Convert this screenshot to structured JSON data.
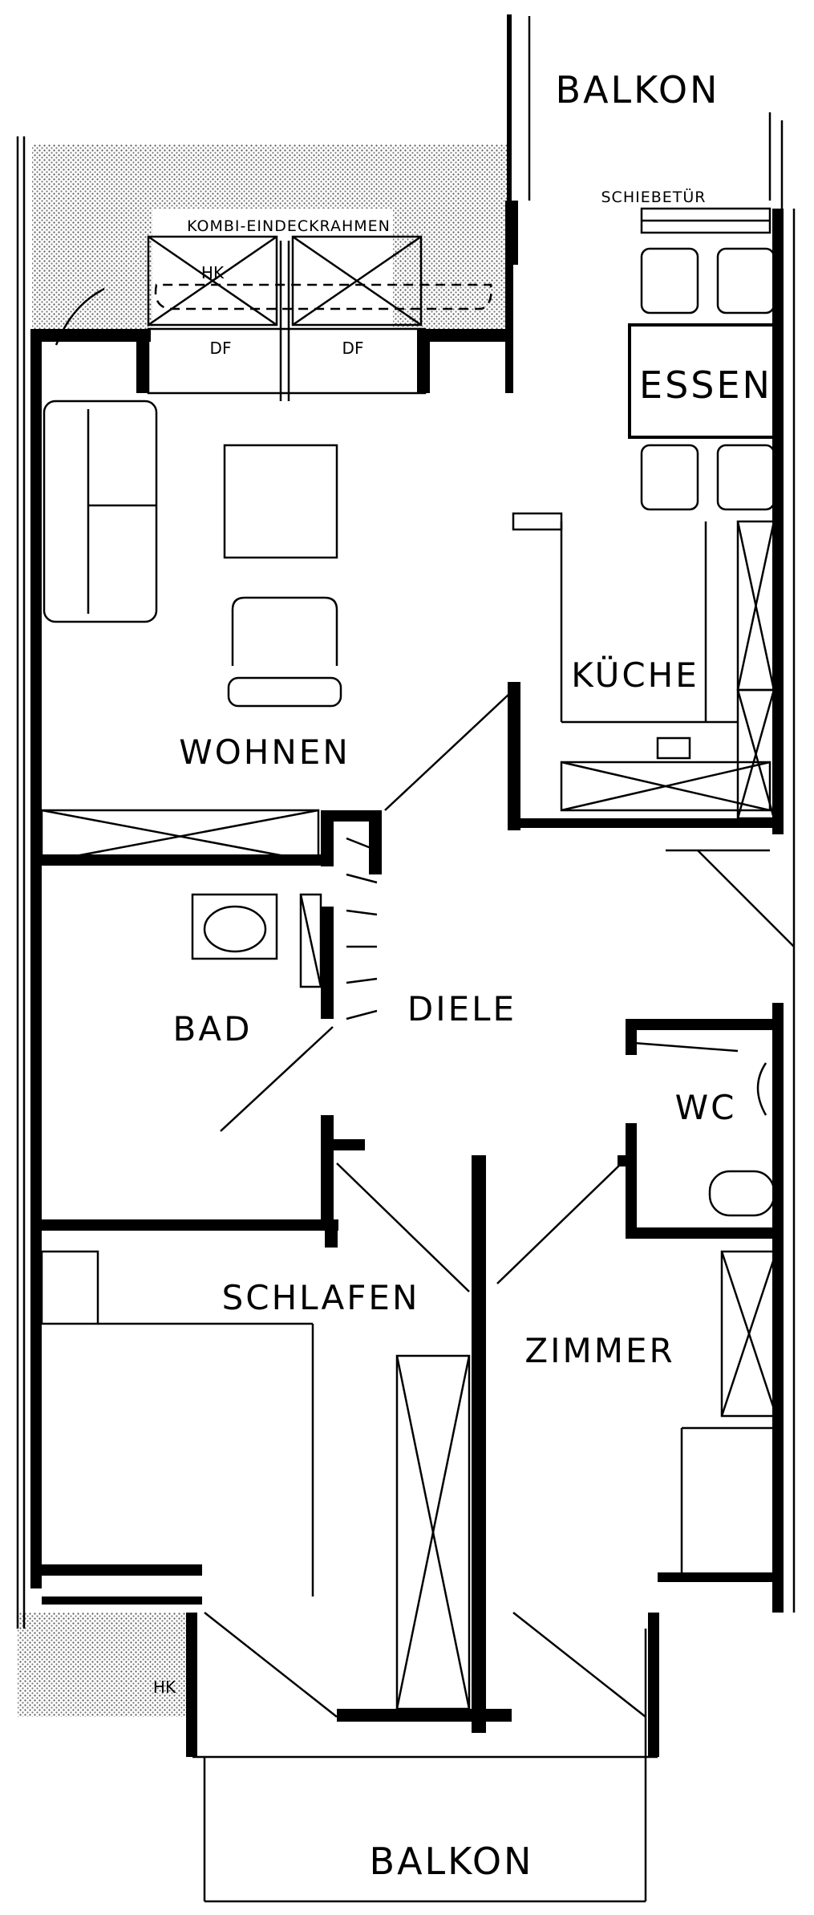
{
  "rooms": {
    "balkon_top": "BALKON",
    "essen": "ESSEN",
    "kueche": "KÜCHE",
    "wohnen": "WOHNEN",
    "bad": "BAD",
    "diele": "DIELE",
    "wc": "WC",
    "schlafen": "SCHLAFEN",
    "zimmer": "ZIMMER",
    "balkon_bottom": "BALKON"
  },
  "annotations": {
    "schiebetuer": "SCHIEBETÜR",
    "kombi": "KOMBI-EINDECKRAHMEN",
    "hk_top": "HK",
    "df_left": "DF",
    "df_right": "DF",
    "hk_bottom": "HK"
  }
}
